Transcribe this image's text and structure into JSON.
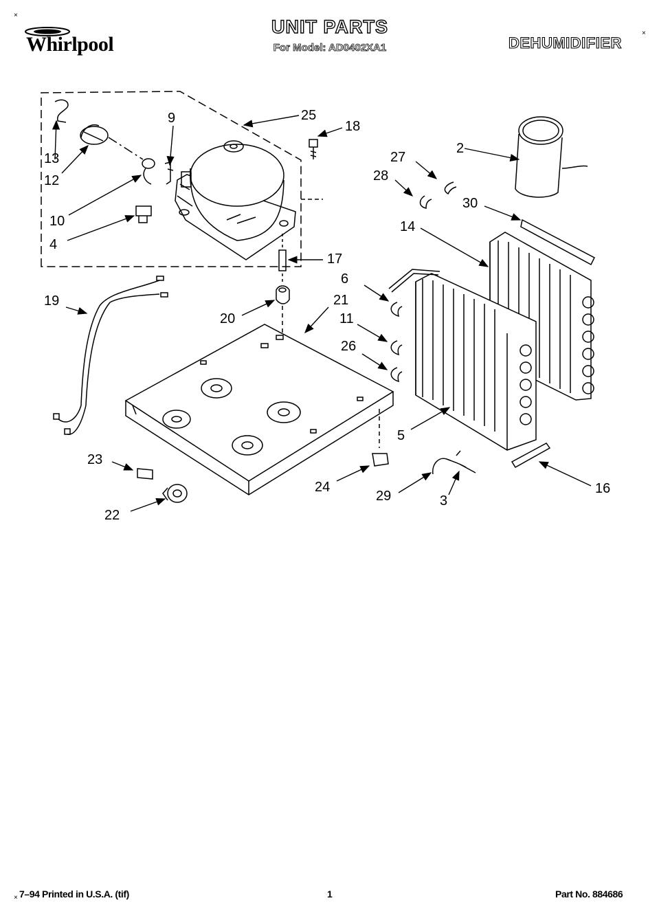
{
  "header": {
    "corner_mark_left": "×",
    "brand": "Whirlpool",
    "title": "UNIT PARTS",
    "model_line": "For Model: AD0402XA1",
    "category": "DEHUMIDIFIER",
    "category_mark": "×"
  },
  "callouts": {
    "c2": "2",
    "c3": "3",
    "c4": "4",
    "c5": "5",
    "c6": "6",
    "c9": "9",
    "c10": "10",
    "c11": "11",
    "c12": "12",
    "c13": "13",
    "c14": "14",
    "c16": "16",
    "c17": "17",
    "c18": "18",
    "c19": "19",
    "c20": "20",
    "c21": "21",
    "c22": "22",
    "c23": "23",
    "c24": "24",
    "c25": "25",
    "c26": "26",
    "c27": "27",
    "c28": "28",
    "c29": "29",
    "c30": "30"
  },
  "footer": {
    "corner_mark": "×",
    "printed": "7–94 Printed in U.S.A. (tif)",
    "page_number": "1",
    "part_number": "Part No. 884686"
  }
}
